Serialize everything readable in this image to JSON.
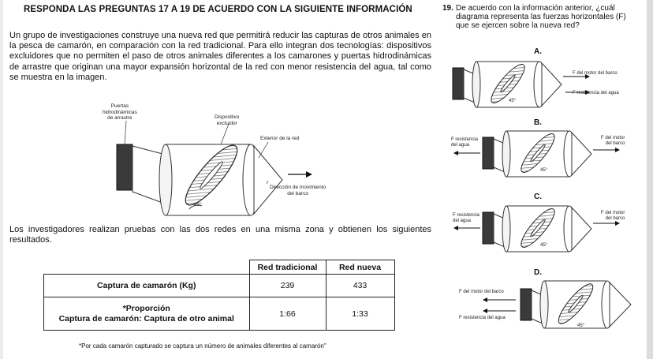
{
  "heading": "RESPONDA LAS PREGUNTAS 17 A 19 DE ACUERDO CON LA SIGUIENTE INFORMACIÓN",
  "intro": "Un grupo de investigaciones construye una nueva red que permitirá reducir las capturas de otros animales en la pesca de camarón, en comparación con la red tradicional. Para ello integran dos tecnologías: dispositivos excluidores que no permiten el paso de otros animales diferentes a los camarones y puertas hidrodinámicas de arrastre que originan una mayor expansión horizontal de la red con menor resistencia del agua, tal como se muestra en la imagen.",
  "diagram": {
    "label_puertas_1": "Puertas",
    "label_puertas_2": "hidrodinámicas",
    "label_puertas_3": "de arrastre",
    "label_dispositivo_1": "Dispositivo",
    "label_dispositivo_2": "excluidor",
    "label_exterior": "Exterior de la red",
    "label_direccion_1": "Dirección de movimiento",
    "label_direccion_2": "del barco",
    "angle": "45°"
  },
  "results_text": "Los investigadores realizan pruebas con las dos redes en una misma zona y obtienen los siguientes resultados.",
  "table": {
    "col_headers": [
      "Red tradicional",
      "Red nueva"
    ],
    "rows": [
      {
        "label_1": "Captura de camarón (Kg)",
        "label_2": "",
        "values": [
          "239",
          "433"
        ]
      },
      {
        "label_1": "*Proporción",
        "label_2": "Captura de camarón: Captura de otro animal",
        "values": [
          "1:66",
          "1:33"
        ]
      }
    ]
  },
  "footnote": "*Por cada camarón capturado se captura un número de animales diferentes al camarón\"",
  "question": {
    "number": "19.",
    "text": "De acuerdo con la información anterior, ¿cuál diagrama representa las fuerzas horizontales (F) que se ejercen sobre la nueva red?"
  },
  "options": [
    {
      "letter": "A.",
      "top_force": "F del motor del barco",
      "bottom_force": "F resistencia del agua",
      "angle": "45°"
    },
    {
      "letter": "B.",
      "left_force_1": "F resistencia",
      "left_force_2": "del agua",
      "right_force_1": "F del motor",
      "right_force_2": "del barco",
      "angle": "45°"
    },
    {
      "letter": "C.",
      "left_force_1": "F resistencia",
      "left_force_2": "del agua",
      "right_force_1": "F del motor",
      "right_force_2": "del barco",
      "angle": "45°"
    },
    {
      "letter": "D.",
      "top_force": "F del motor del barco",
      "bottom_force": "F resistencia del agua",
      "angle": "45°"
    }
  ]
}
